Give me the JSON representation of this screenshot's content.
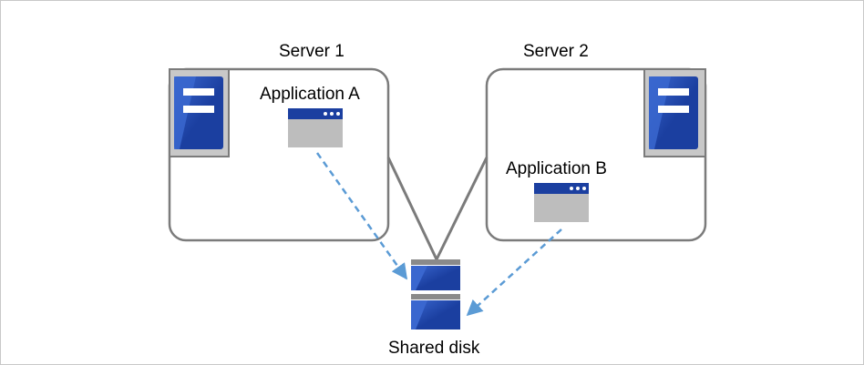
{
  "servers": [
    {
      "label": "Server 1",
      "application": "Application A"
    },
    {
      "label": "Server 2",
      "application": "Application B"
    }
  ],
  "disk": {
    "label": "Shared disk"
  },
  "colors": {
    "server_blue": "#1b3fa0",
    "server_blue_light": "#3a67cf",
    "server_frame": "#c8c8c8",
    "outline": "#7b7b7b",
    "app_bar": "#1b3fa0",
    "app_body": "#bdbdbd",
    "arrow": "#5b9bd5",
    "disk_cap": "#8a8a8a"
  },
  "icons": [
    "server-icon",
    "application-window-icon",
    "shared-disk-icon"
  ]
}
